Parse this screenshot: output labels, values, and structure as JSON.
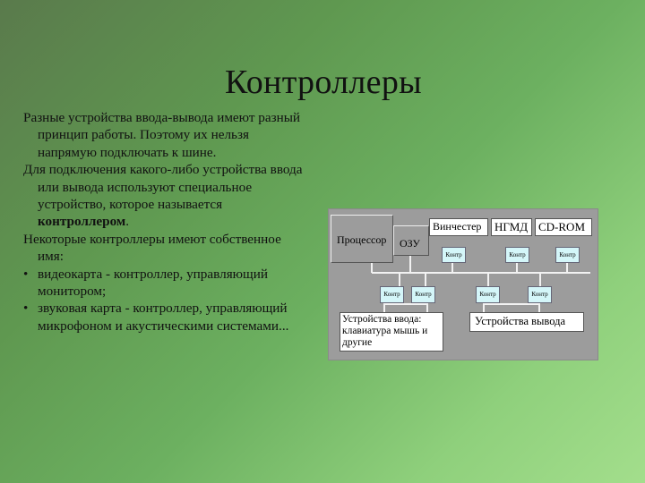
{
  "slide": {
    "title": "Контроллеры",
    "paragraphs": [
      "Разные устройства ввода-вывода имеют разный принцип работы. Поэтому их нельзя напрямую подключать к шине.",
      "Для подключения какого-либо устройства ввода или вывода используют специальное устройство, которое называется ",
      "Некоторые контроллеры имеют собственное имя:"
    ],
    "bold_term": "контроллером",
    "bold_suffix": ".",
    "bullet_marker": "•",
    "bullets": [
      "видеокарта - контроллер, управляющий монитором;",
      "звуковая карта - контроллер, управляющий микрофоном и акустическими системами..."
    ]
  },
  "diagram": {
    "processor": "Процессор",
    "ram": "ОЗУ",
    "devices_top": [
      "Винчестер",
      "НГМД",
      "CD-ROM"
    ],
    "controllers": [
      "Контр",
      "Контр",
      "Контр",
      "Контр",
      "Контр",
      "Контр",
      "Контр"
    ],
    "input_devices": "Устройства ввода: клавиатура мышь и другие",
    "output_devices": "Устройства вывода",
    "colors": {
      "panel": "#9c9c9c",
      "bus": "#f2f2f2",
      "controller_fill": "#d4f6f9"
    }
  }
}
